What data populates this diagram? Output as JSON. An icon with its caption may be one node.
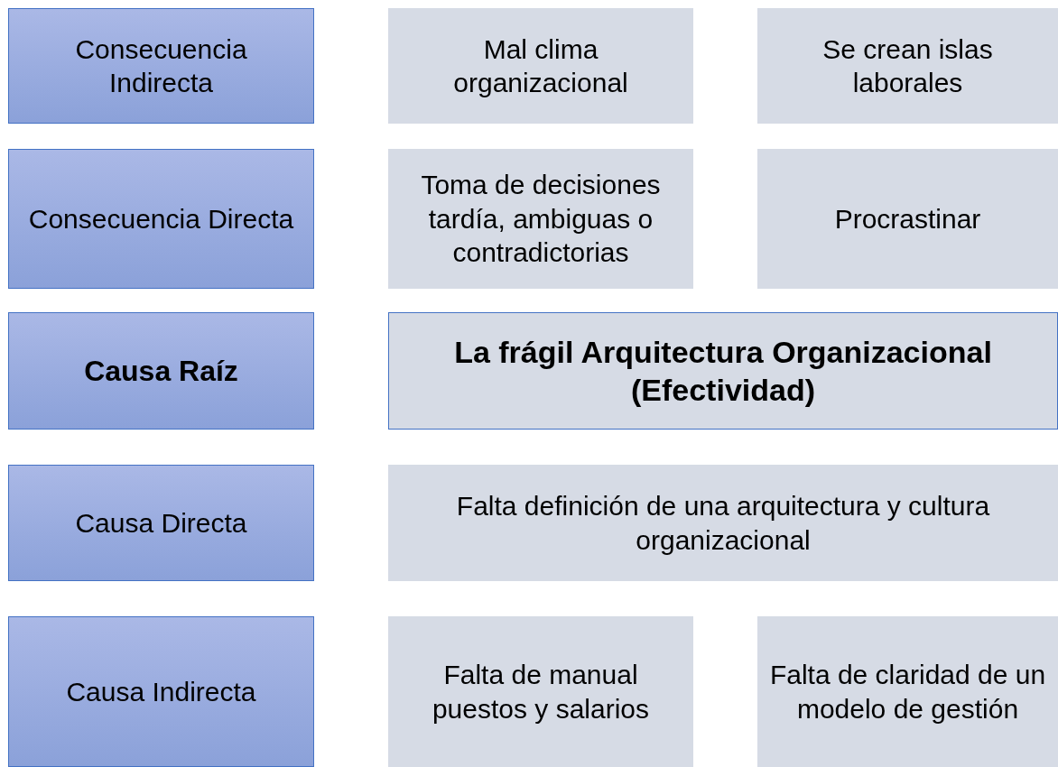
{
  "diagram": {
    "nodes": [
      {
        "text": [
          "Consecuencia Indirecta"
        ]
      },
      {
        "text": [
          "Mal clima organizacional"
        ]
      },
      {
        "text": [
          "Se crean islas laborales"
        ]
      },
      {
        "text": [
          "Consecuencia Directa"
        ]
      },
      {
        "text": [
          "Toma de decisiones tardía, ambiguas o contradictorias"
        ]
      },
      {
        "text": [
          "Procrastinar"
        ]
      },
      {
        "text": [
          "Causa Raíz"
        ]
      },
      {
        "text": [
          "La frágil Arquitectura Organizacional (Efectividad)"
        ]
      },
      {
        "text": [
          "Causa Directa"
        ]
      },
      {
        "text": [
          "Falta definición de una arquitectura y cultura organizacional"
        ]
      },
      {
        "text": [
          "Causa Indirecta"
        ]
      },
      {
        "text": [
          "Falta de manual puestos y salarios"
        ]
      },
      {
        "text": [
          "Falta de claridad de un modelo de gestión"
        ]
      }
    ]
  }
}
